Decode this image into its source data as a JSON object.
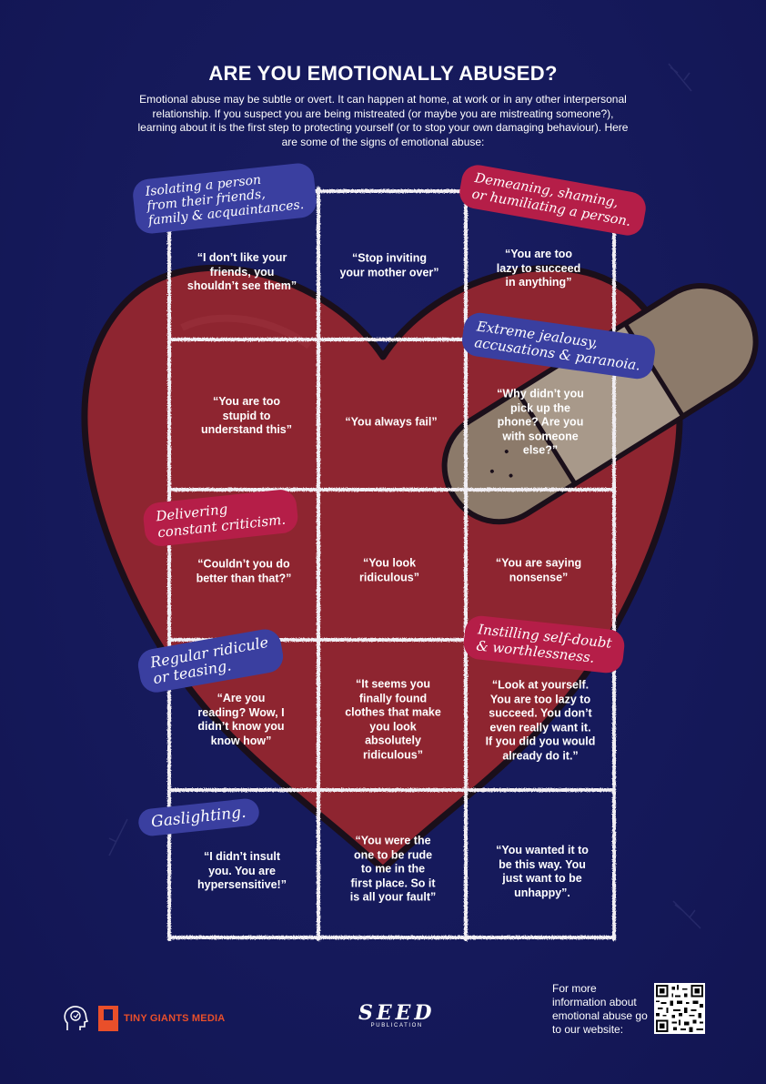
{
  "title": "ARE YOU EMOTIONALLY ABUSED?",
  "intro": "Emotional abuse may be subtle or overt. It can happen at home, at work or in any other interpersonal relationship. If you suspect you are being mistreated (or maybe you are mistreating someone?), learning about it is the first step to protecting yourself (or to stop your own damaging behaviour). Here are some of the signs of emotional abuse:",
  "signs": [
    {
      "label": "Isolating a person\nfrom their friends,\nfamily & acquaintances."
    },
    {
      "label": "Demeaning, shaming,\nor humiliating a person."
    },
    {
      "label": "Extreme jealousy,\naccusations & paranoia."
    },
    {
      "label": "Delivering\nconstant criticism."
    },
    {
      "label": "Regular ridicule\nor teasing."
    },
    {
      "label": "Instilling self-doubt\n& worthlessness."
    },
    {
      "label": "Gaslighting."
    }
  ],
  "quotes": [
    "“I don’t like your\nfriends, you\nshouldn’t see them”",
    "“Stop inviting\nyour mother over”",
    "“You are too\nlazy to succeed\nin anything”",
    "“You are too\nstupid to\nunderstand this”",
    "“You always fail”",
    "“Why didn’t you\npick up the\nphone? Are you\nwith someone\nelse?”",
    "“Couldn’t you do\nbetter than that?”",
    "“You look\nridiculous”",
    "“You are saying\nnonsense”",
    "“Are you\nreading? Wow, I\ndidn’t know you\nknow how”",
    "“It seems you\nfinally found\nclothes that make\nyou look\nabsolutely\nridiculous”",
    "“Look at yourself.\nYou are too lazy to\nsucceed. You don’t\neven really want it.\nIf you did you would\nalready do it.”",
    "“I didn’t insult\nyou. You are\nhypersensitive!”",
    "“You were the\none to be rude\nto me in the\nfirst place. So it\nis all your fault”",
    "“You wanted it to\nbe this way. You\njust want to be\nunhappy”."
  ],
  "footer": {
    "partner": "TINY GIANTS MEDIA",
    "brand": "SEED",
    "brand_sub": "PUBLICATION",
    "more_info": "For more information about emotional abuse go to our website:"
  },
  "colors": {
    "background": "#14185a",
    "heart": "#8e2530",
    "tag_blue": "#3a3fa0",
    "tag_red": "#b51e48",
    "accent_orange": "#e94f2a"
  },
  "icons": [
    "head-heart-icon",
    "tiny-giants-logo-icon",
    "seed-logo-icon",
    "qr-code-icon"
  ]
}
